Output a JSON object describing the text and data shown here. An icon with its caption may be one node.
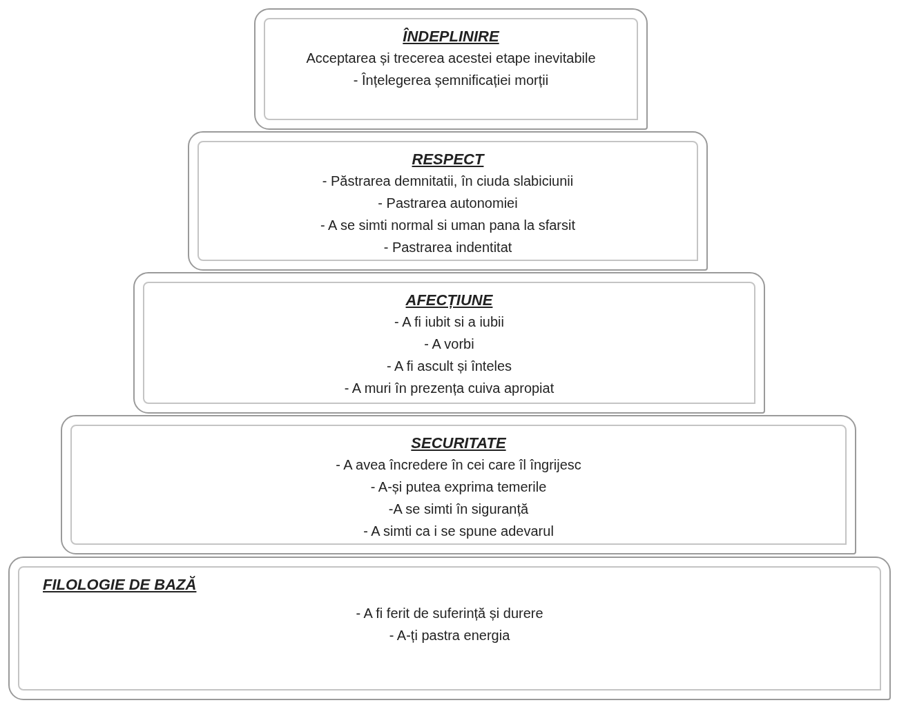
{
  "diagram": {
    "nodes": [
      {
        "text": [
          "ÎNDEPLINIRE",
          "Acceptarea și trecerea acestei etape inevitabile",
          "- Înțelegerea șemnificației morții"
        ]
      },
      {
        "text": [
          "RESPECT",
          "- Păstrarea demnitatii, în ciuda slabiciunii",
          "- Pastrarea autonomiei",
          "- A se simti normal si uman pana la sfarsit",
          "- Pastrarea  indentitat"
        ]
      },
      {
        "text": [
          "AFECȚIUNE",
          "- A fi iubit si a iubii",
          "- A vorbi",
          "- A fi ascult și înteles",
          "- A muri în prezența cuiva apropiat"
        ]
      },
      {
        "text": [
          "SECURITATE",
          "- A avea încredere în cei care îl îngrijesc",
          "- A-și putea exprima temerile",
          "-A se simti în siguranță",
          "- A simti ca i se spune adevarul"
        ]
      },
      {
        "text": [
          "FILOLOGIE DE BAZĂ",
          "- A fi ferit de suferință și durere",
          "- A-ți pastra energia"
        ]
      }
    ]
  }
}
